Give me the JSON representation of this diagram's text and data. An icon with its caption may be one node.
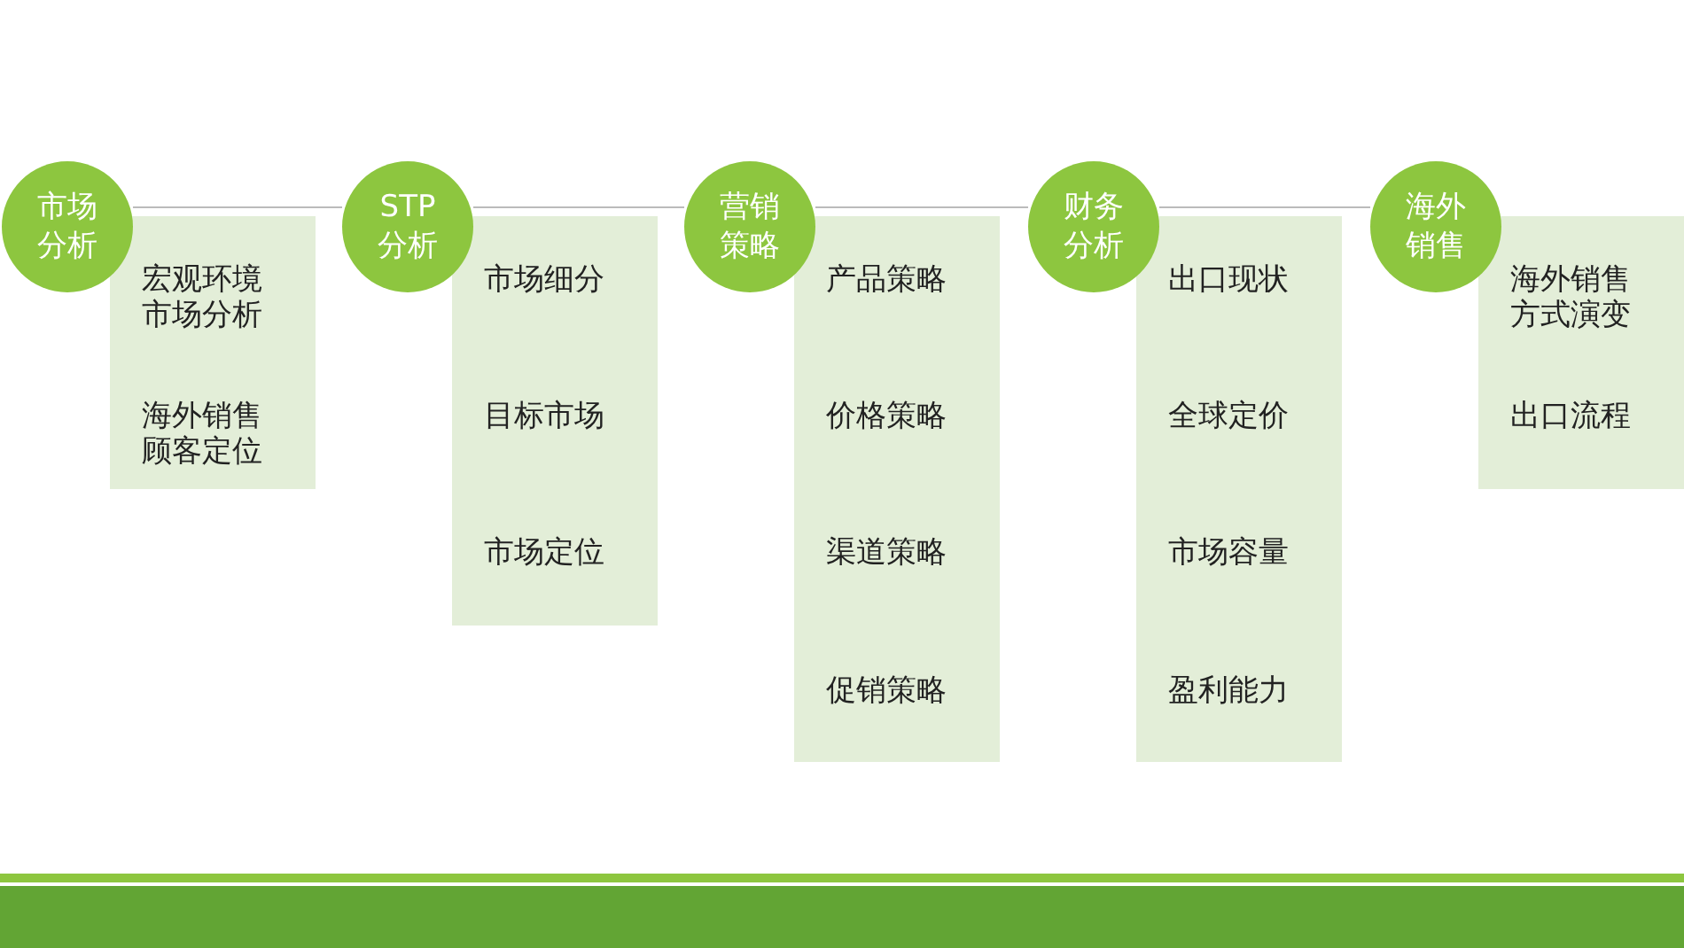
{
  "diagram": {
    "nodes": [
      {
        "text": [
          "市场分析"
        ]
      },
      {
        "text": [
          "宏观环境市场分析",
          "海外销售顾客定位"
        ]
      },
      {
        "text": [
          "STP分析"
        ]
      },
      {
        "text": [
          "市场细分",
          "目标市场",
          "市场定位"
        ]
      },
      {
        "text": [
          "营销策略"
        ]
      },
      {
        "text": [
          "产品策略",
          "价格策略",
          "渠道策略",
          "促销策略"
        ]
      },
      {
        "text": [
          "财务分析"
        ]
      },
      {
        "text": [
          "出口现状",
          "全球定价",
          "市场容量",
          "盈利能力"
        ]
      },
      {
        "text": [
          "海外销售"
        ]
      },
      {
        "text": [
          "海外销售方式演变",
          "出口流程"
        ]
      }
    ],
    "edges": [
      {
        "from": 0,
        "to": 2,
        "arrow": "none"
      },
      {
        "from": 2,
        "to": 4,
        "arrow": "none"
      },
      {
        "from": 4,
        "to": 6,
        "arrow": "none"
      },
      {
        "from": 6,
        "to": 8,
        "arrow": "none"
      }
    ]
  }
}
